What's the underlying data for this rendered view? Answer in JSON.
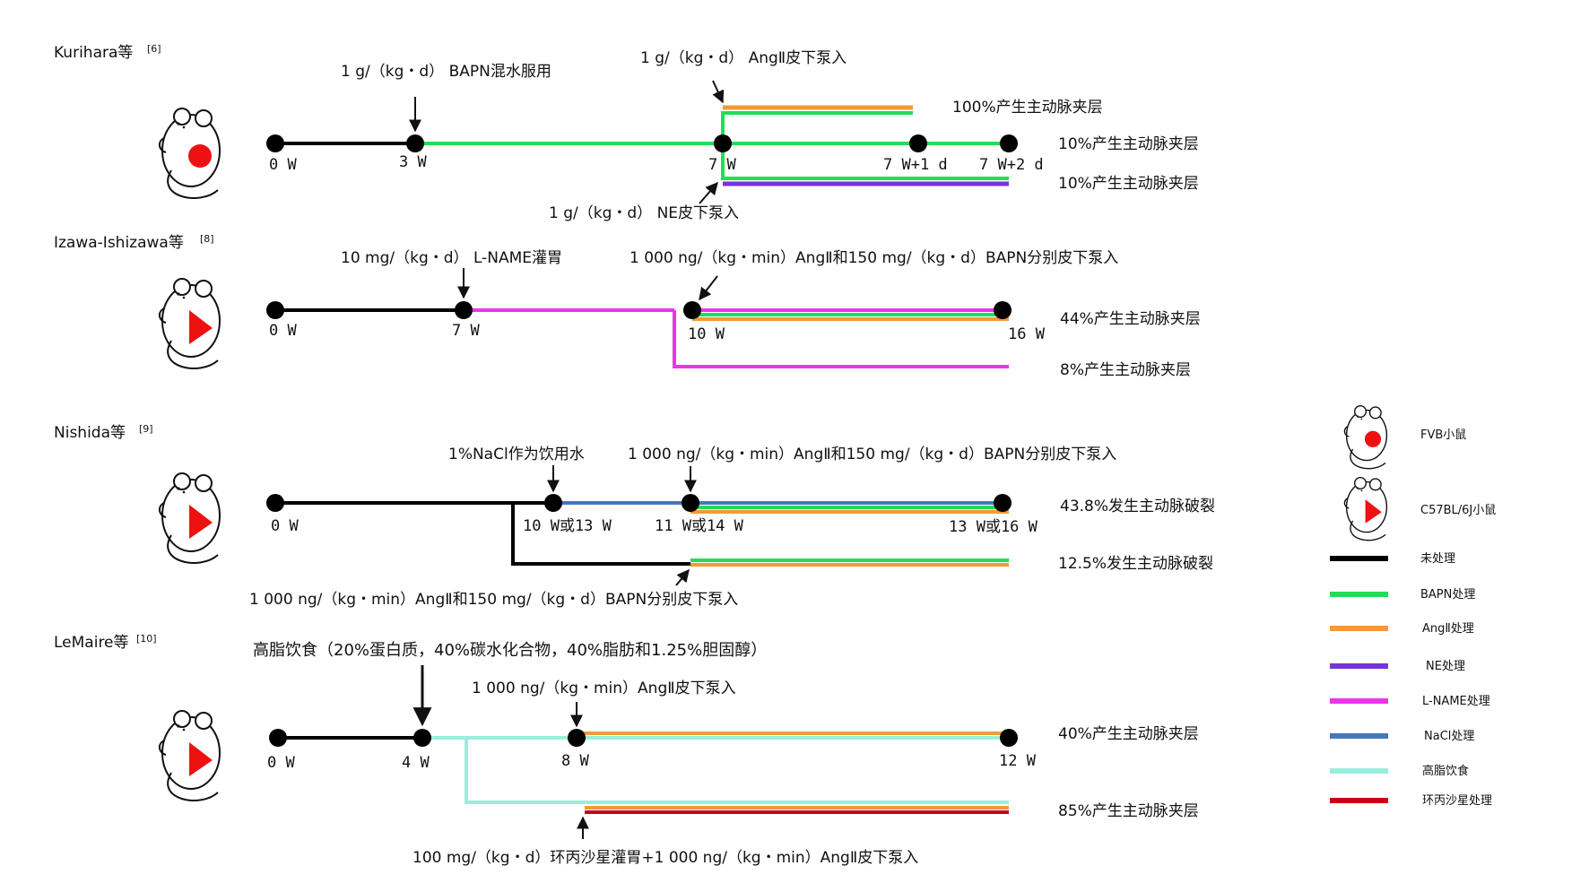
{
  "colors": {
    "untreated": "#000000",
    "bapn": "#22dd55",
    "angii": "#f29a38",
    "ne": "#7733dd",
    "lname": "#ee33ee",
    "nacl": "#4477bb",
    "highfat": "#99eedd",
    "cipro": "#cc0011",
    "mouse_fvb": "#ee1111"
  },
  "studies": [
    {
      "author": "Kurihara等",
      "ref": "[6]",
      "mouse": "fvb",
      "ticks": [
        "0 W",
        "3 W",
        "7 W",
        "7 W+1 d",
        "7 W+2 d"
      ],
      "annotations": [
        "1 g/（kg・d） BAPN混水服用",
        "1 g/（kg・d） AngⅡ皮下泵入",
        "1 g/（kg・d） NE皮下泵入"
      ],
      "outcomes": [
        "100%产生主动脉夹层",
        "10%产生主动脉夹层",
        "10%产生主动脉夹层"
      ]
    },
    {
      "author": "Izawa-Ishizawa等",
      "ref": "[8]",
      "mouse": "c57",
      "ticks": [
        "0 W",
        "7 W",
        "10 W",
        "16 W"
      ],
      "annotations": [
        "10 mg/（kg・d） L-NAME灌胃",
        "1 000 ng/（kg・min）AngⅡ和150 mg/（kg・d）BAPN分别皮下泵入"
      ],
      "outcomes": [
        "44%产生主动脉夹层",
        "8%产生主动脉夹层"
      ]
    },
    {
      "author": "Nishida等",
      "ref": "[9]",
      "mouse": "c57",
      "ticks": [
        "0 W",
        "10 W或13 W",
        "11 W或14 W",
        "13 W或16 W"
      ],
      "annotations": [
        "1%NaCl作为饮用水",
        "1 000 ng/（kg・min）AngⅡ和150 mg/（kg・d）BAPN分别皮下泵入",
        "1 000 ng/（kg・min）AngⅡ和150 mg/（kg・d）BAPN分别皮下泵入"
      ],
      "outcomes": [
        "43.8%发生主动脉破裂",
        "12.5%发生主动脉破裂"
      ]
    },
    {
      "author": "LeMaire等",
      "ref": "[10]",
      "mouse": "c57",
      "ticks": [
        "0 W",
        "4 W",
        "8 W",
        "12 W"
      ],
      "annotations": [
        "高脂饮食（20%蛋白质，40%碳水化合物，40%脂肪和1.25%胆固醇）",
        "1 000 ng/（kg・min）AngⅡ皮下泵入",
        "100 mg/（kg・d）环丙沙星灌胃+1 000 ng/（kg・min）AngⅡ皮下泵入"
      ],
      "outcomes": [
        "40%产生主动脉夹层",
        "85%产生主动脉夹层"
      ]
    }
  ],
  "legend": {
    "mice": [
      {
        "label": "FVB小鼠",
        "icon": "mouse-red-dot"
      },
      {
        "label": "C57BL/6J小鼠",
        "icon": "mouse-red-triangle"
      }
    ],
    "lines": [
      {
        "label": "未处理",
        "color": "#000000"
      },
      {
        "label": "BAPN处理",
        "color": "#22dd55"
      },
      {
        "label": "AngⅡ处理",
        "color": "#f29a38"
      },
      {
        "label": "NE处理",
        "color": "#7733dd"
      },
      {
        "label": "L-NAME处理",
        "color": "#ee33ee"
      },
      {
        "label": "NaCl处理",
        "color": "#4477bb"
      },
      {
        "label": "高脂饮食",
        "color": "#99eedd"
      },
      {
        "label": "环丙沙星处理",
        "color": "#cc0011"
      }
    ]
  }
}
